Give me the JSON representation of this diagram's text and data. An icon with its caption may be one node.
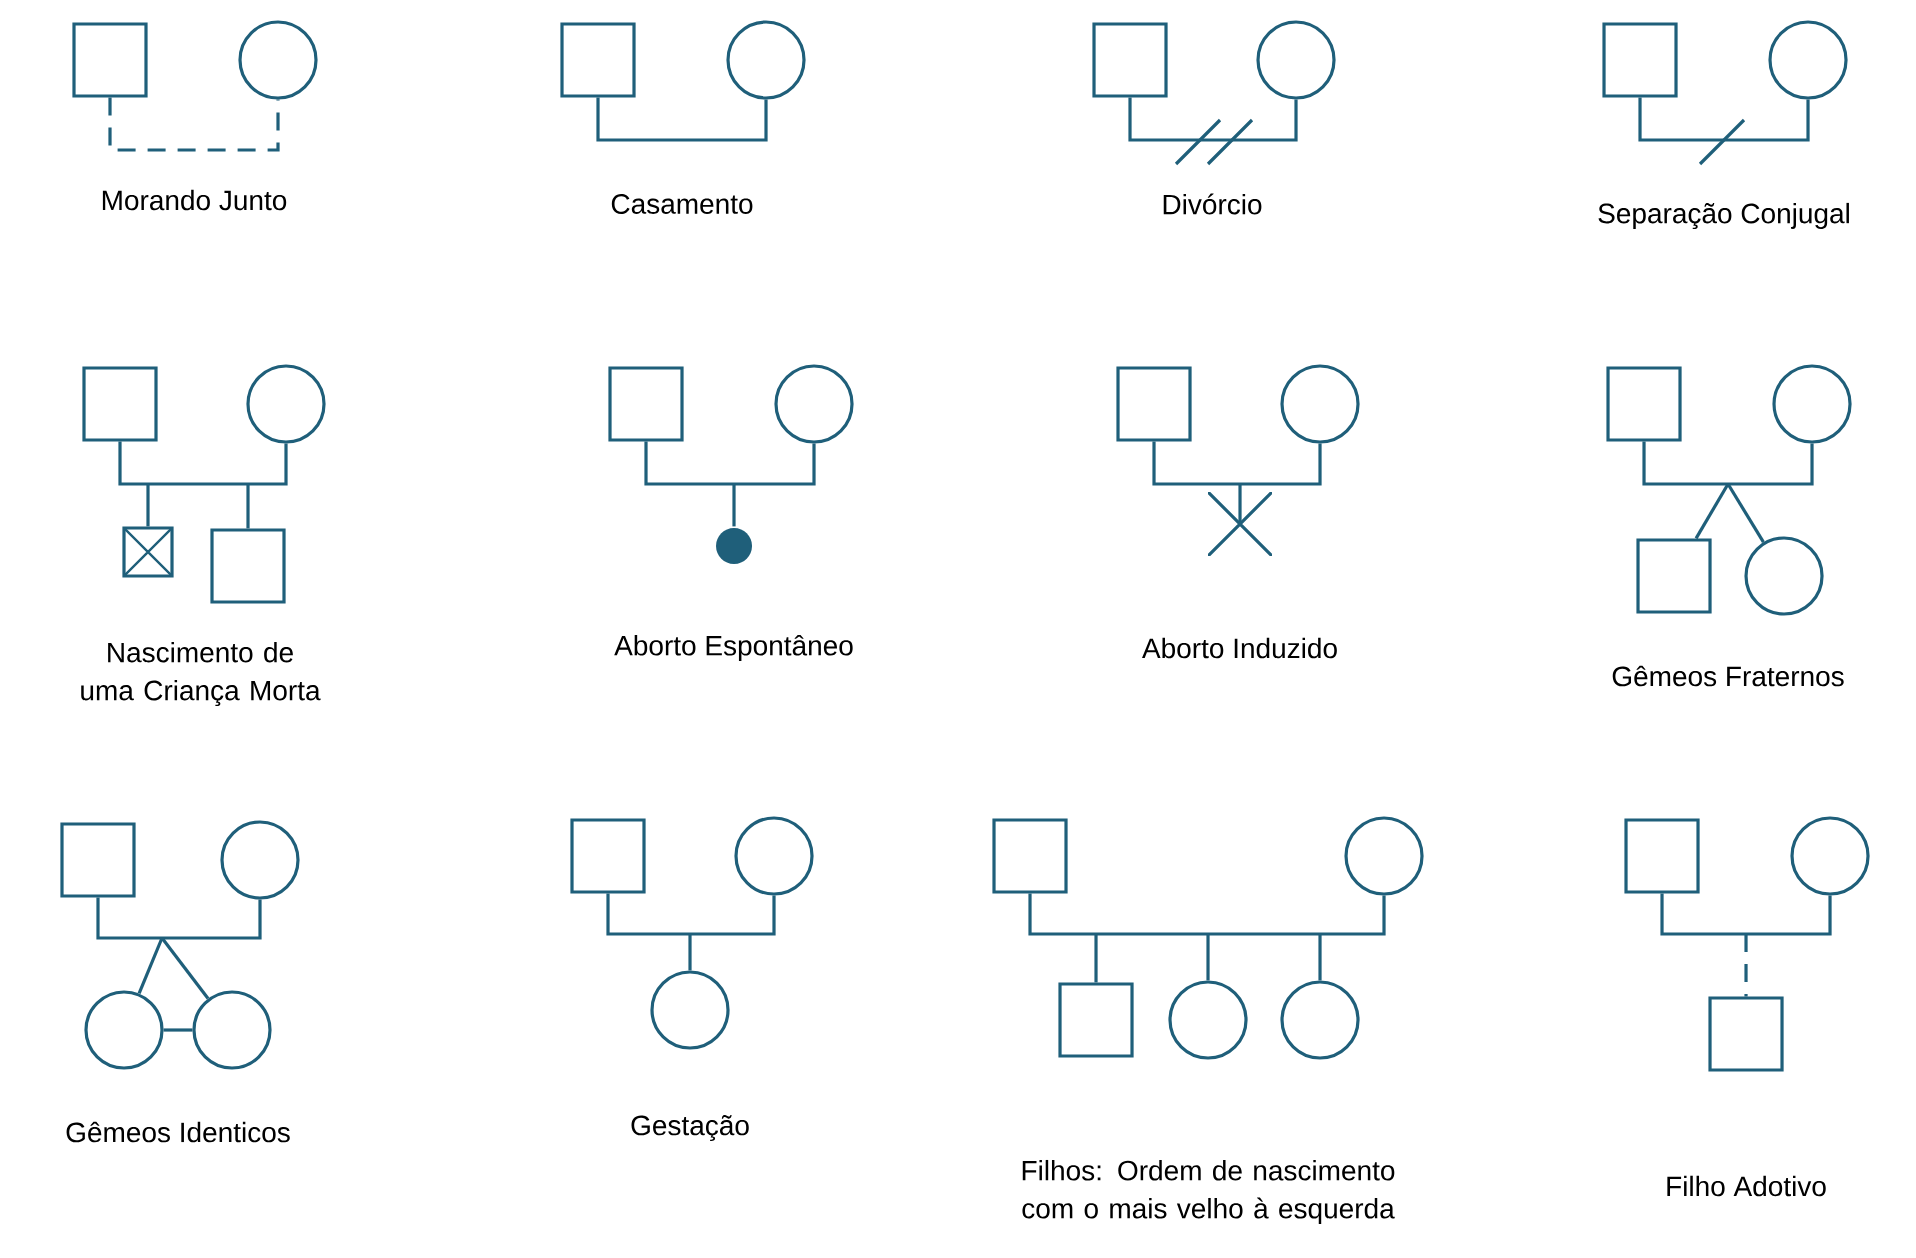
{
  "diagram": {
    "nodes": [
      {
        "text": [],
        "shape": "box"
      },
      {
        "text": [],
        "shape": "circle"
      },
      {
        "text": [],
        "shape": "box"
      },
      {
        "text": [],
        "shape": "circle"
      },
      {
        "text": [],
        "shape": "box"
      },
      {
        "text": [],
        "shape": "circle"
      },
      {
        "text": [],
        "shape": "box"
      },
      {
        "text": [],
        "shape": "circle"
      },
      {
        "text": [],
        "shape": "box"
      },
      {
        "text": [],
        "shape": "circle"
      },
      {
        "text": [],
        "shape": "crossed-box"
      },
      {
        "text": [],
        "shape": "box"
      },
      {
        "text": [],
        "shape": "box"
      },
      {
        "text": [],
        "shape": "circle"
      },
      {
        "text": [],
        "shape": "dot"
      },
      {
        "text": [],
        "shape": "box"
      },
      {
        "text": [],
        "shape": "circle"
      },
      {
        "text": [],
        "shape": "cross"
      },
      {
        "text": [],
        "shape": "box"
      },
      {
        "text": [],
        "shape": "circle"
      },
      {
        "text": [],
        "shape": "box"
      },
      {
        "text": [],
        "shape": "circle"
      },
      {
        "text": [],
        "shape": "box"
      },
      {
        "text": [],
        "shape": "circle"
      },
      {
        "text": [],
        "shape": "circle"
      },
      {
        "text": [],
        "shape": "circle"
      },
      {
        "text": [],
        "shape": "box"
      },
      {
        "text": [],
        "shape": "circle"
      },
      {
        "text": [],
        "shape": "circle"
      },
      {
        "text": [],
        "shape": "box"
      },
      {
        "text": [],
        "shape": "circle"
      },
      {
        "text": [],
        "shape": "box"
      },
      {
        "text": [],
        "shape": "circle"
      },
      {
        "text": [],
        "shape": "circle"
      },
      {
        "text": [],
        "shape": "box"
      },
      {
        "text": [],
        "shape": "circle"
      },
      {
        "text": [],
        "shape": "box"
      }
    ],
    "edges": [
      {
        "from": 0,
        "to": 1,
        "arrow": "none",
        "style": "dashed"
      },
      {
        "from": 2,
        "to": 3,
        "arrow": "none"
      },
      {
        "from": 4,
        "to": 5,
        "arrow": "none"
      },
      {
        "from": 6,
        "to": 7,
        "arrow": "none"
      },
      {
        "from": 8,
        "to": 9,
        "arrow": "none"
      },
      {
        "from": null,
        "to": 10,
        "arrow": "none"
      },
      {
        "from": null,
        "to": 11,
        "arrow": "none"
      },
      {
        "from": 12,
        "to": 13,
        "arrow": "none"
      },
      {
        "from": null,
        "to": 14,
        "arrow": "none"
      },
      {
        "from": 15,
        "to": 16,
        "arrow": "none"
      },
      {
        "from": null,
        "to": 17,
        "arrow": "none"
      },
      {
        "from": 18,
        "to": 19,
        "arrow": "none"
      },
      {
        "from": null,
        "to": 20,
        "arrow": "none"
      },
      {
        "from": null,
        "to": 21,
        "arrow": "none"
      },
      {
        "from": 22,
        "to": 23,
        "arrow": "none"
      },
      {
        "from": null,
        "to": 24,
        "arrow": "none"
      },
      {
        "from": null,
        "to": 25,
        "arrow": "none"
      },
      {
        "from": 24,
        "to": 25,
        "arrow": "none"
      },
      {
        "from": 26,
        "to": 27,
        "arrow": "none"
      },
      {
        "from": null,
        "to": 28,
        "arrow": "none"
      },
      {
        "from": 29,
        "to": 30,
        "arrow": "none"
      },
      {
        "from": null,
        "to": 31,
        "arrow": "none"
      },
      {
        "from": null,
        "to": 32,
        "arrow": "none"
      },
      {
        "from": null,
        "to": 33,
        "arrow": "none"
      },
      {
        "from": 34,
        "to": 35,
        "arrow": "none"
      },
      {
        "from": null,
        "to": 36,
        "arrow": "none",
        "style": "dashed"
      }
    ],
    "labels": [
      "Morando Junto",
      "Casamento",
      "Divórcio",
      "Separação Conjugal",
      "Nascimento de uma Criança Morta",
      "Aborto Espontâneo",
      "Aborto Induzido",
      "Gêmeos Fraternos",
      "Gêmeos Identicos",
      "Gestação",
      "Filhos: Ordem de nascimento com o mais velho à esquerda",
      "Filho Adotivo"
    ]
  }
}
